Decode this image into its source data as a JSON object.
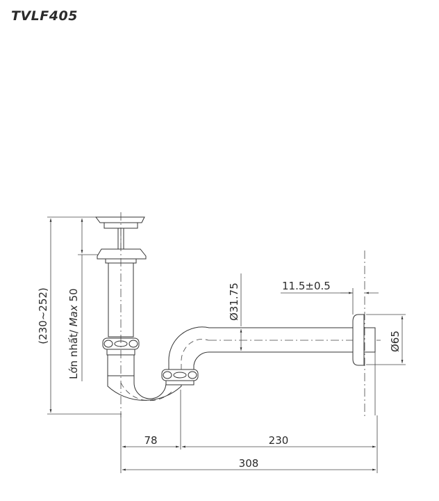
{
  "title": "TVLF405",
  "drawing": {
    "subject": "P-trap drain pipe (side view)",
    "dimensions": {
      "overall_height": "(230~252)",
      "max_extension_label": "Lớn nhất/ ",
      "max_extension_italic": "Max",
      "max_extension_value": " 50",
      "pipe_diameter": "Ø31.75",
      "flange_offset": "11.5±0.5",
      "flange_diameter": "Ø65",
      "trap_width": "78",
      "horizontal_length": "230",
      "overall_length": "308"
    }
  }
}
